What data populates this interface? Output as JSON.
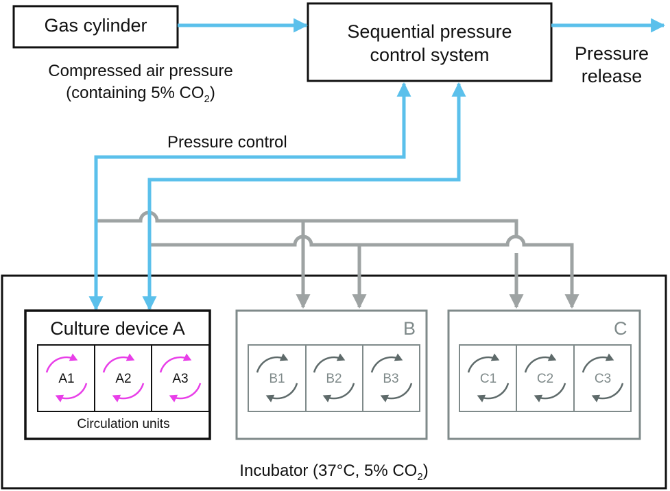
{
  "gas_cylinder": {
    "label": "Gas cylinder",
    "caption_line1": "Compressed air pressure",
    "caption_line2_pre": "(containing 5% CO",
    "caption_line2_sub": "2",
    "caption_line2_post": ")"
  },
  "control_system": {
    "line1": "Sequential pressure",
    "line2": "control system"
  },
  "pressure_release": {
    "line1": "Pressure",
    "line2": "release"
  },
  "pressure_control_label": "Pressure control",
  "incubator": {
    "label_pre": "Incubator (37°C, 5% CO",
    "label_sub": "2",
    "label_post": ")"
  },
  "devices": [
    {
      "title": "Culture device A",
      "units": [
        "A1",
        "A2",
        "A3"
      ],
      "caption": "Circulation units"
    },
    {
      "title": "B",
      "units": [
        "B1",
        "B2",
        "B3"
      ]
    },
    {
      "title": "C",
      "units": [
        "C1",
        "C2",
        "C3"
      ]
    }
  ],
  "colors": {
    "blue_flow": "#5bc0eb",
    "grey_flow": "#9ea3a3",
    "active_circulation": "#e83ee8",
    "inactive_circulation": "#5e6a6a",
    "box_black": "#111111",
    "box_grey": "#7f8a8a"
  }
}
